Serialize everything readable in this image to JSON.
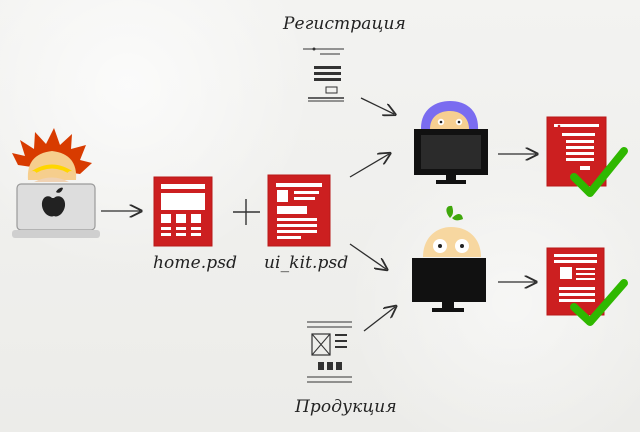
{
  "labels": {
    "registration": "Регистрация",
    "home_psd": "home.psd",
    "ui_kit_psd": "ui_kit.psd",
    "products": "Продукция"
  },
  "icons": {
    "apple_laptop": "apple-laptop-icon",
    "designer_top": "designer-purple-hair-icon",
    "designer_bottom": "designer-green-sprout-icon",
    "monitor_top": "monitor-icon",
    "monitor_bottom": "monitor-icon",
    "home_mockup": "home-mockup-icon",
    "ui_kit_mockup": "ui-kit-mockup-icon",
    "registration_wireframe": "registration-wireframe-icon",
    "products_wireframe": "products-wireframe-icon",
    "result_top": "result-page-icon",
    "result_bottom": "result-page-icon",
    "check": "checkmark-icon",
    "plus": "plus-icon",
    "arrow": "arrow-icon"
  },
  "colors": {
    "red": "#cc1f20",
    "green": "#2fb800",
    "purple": "#7a6cf0",
    "orange": "#d93b00",
    "yellow": "#f1c600",
    "monitor": "#111111",
    "ink": "#222222",
    "laptop": "#d8d8d8",
    "face": "#f5cf92"
  }
}
